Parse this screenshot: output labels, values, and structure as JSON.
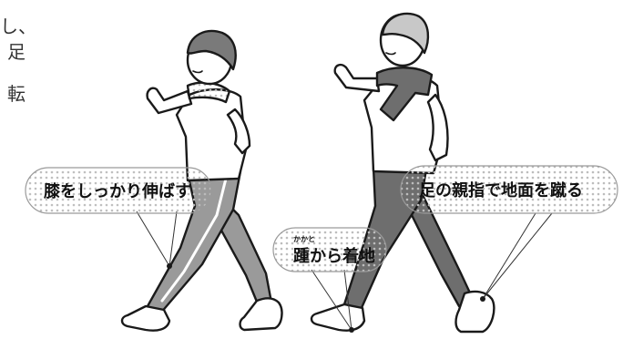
{
  "paragraph_fragment": [
    "し、",
    "足",
    "転"
  ],
  "callouts": {
    "knee": {
      "text": "膝をしっかり伸ばす"
    },
    "heel": {
      "text": "踵から着地",
      "ruby": "かかと"
    },
    "toe": {
      "text": "足の親指で地面を蹴る"
    }
  },
  "colors": {
    "outline": "#1a1a1a",
    "trousers_woman": "#9a9a9a",
    "trousers_man": "#6e6e6e",
    "towel": "#6e6e6e",
    "hair_woman": "#7a7a7a",
    "hair_man": "#c8c8c8",
    "bubble_dots": "#bdbdbd"
  }
}
